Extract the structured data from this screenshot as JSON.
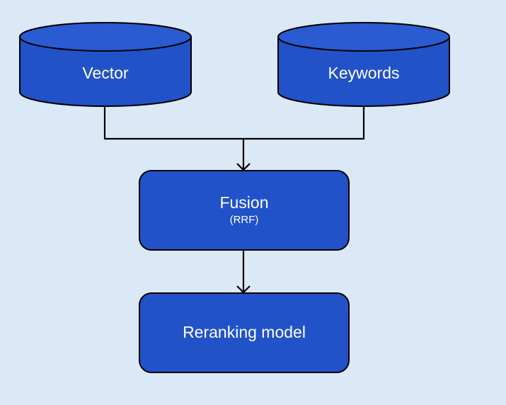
{
  "nodes": {
    "vector": {
      "label": "Vector"
    },
    "keywords": {
      "label": "Keywords"
    },
    "fusion": {
      "label": "Fusion",
      "sublabel": "(RRF)"
    },
    "reranking": {
      "label": "Reranking model"
    }
  },
  "colors": {
    "background": "#dbe8f6",
    "node_fill": "#2152c7",
    "node_top": "#2a5bd0",
    "stroke": "#000000",
    "text": "#ffffff"
  }
}
